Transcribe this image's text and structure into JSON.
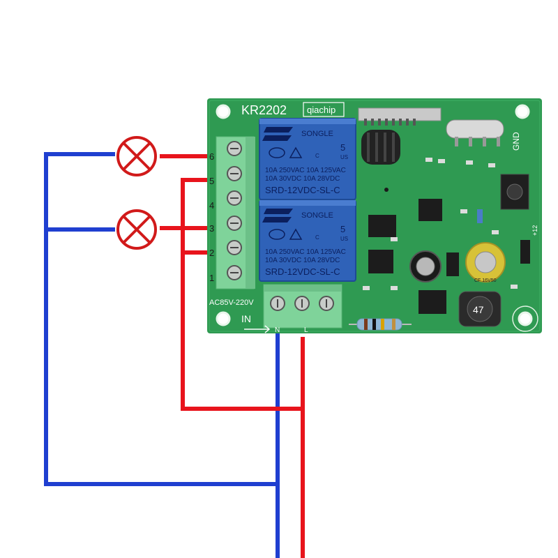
{
  "board": {
    "model": "KR2202",
    "brand": "qiachip",
    "gnd_label": "GND",
    "voltage_label": "AC85V-220V",
    "input_label": "IN",
    "input_terminals": [
      "N",
      "L"
    ],
    "side_label": "+12"
  },
  "relays": [
    {
      "brand": "SONGLE",
      "rating_num": "5",
      "spec_line1": "10A 250VAC  10A 125VAC",
      "spec_line2": "10A  30VDC  10A  28VDC",
      "model": "SRD-12VDC-SL-C",
      "cert_c": "C",
      "cert_us": "US"
    },
    {
      "brand": "SONGLE",
      "rating_num": "5",
      "spec_line1": "10A 250VAC  10A 125VAC",
      "spec_line2": "10A  30VDC  10A  28VDC",
      "model": "SRD-12VDC-SL-C",
      "cert_c": "C",
      "cert_us": "US"
    }
  ],
  "terminal_pins": [
    "6",
    "5",
    "4",
    "3",
    "2",
    "1"
  ],
  "components": {
    "inductor_marking": "47",
    "capacitor_marking": "CF 16V50"
  },
  "colors": {
    "board": "#2f9a52",
    "relay": "#2f62b8",
    "terminal": "#7fd39a",
    "wire_neutral": "#1f3fd0",
    "wire_live": "#e8141c",
    "lamp": "#d11a1a"
  },
  "icons": [
    "lamp-icon",
    "lamp-icon"
  ]
}
